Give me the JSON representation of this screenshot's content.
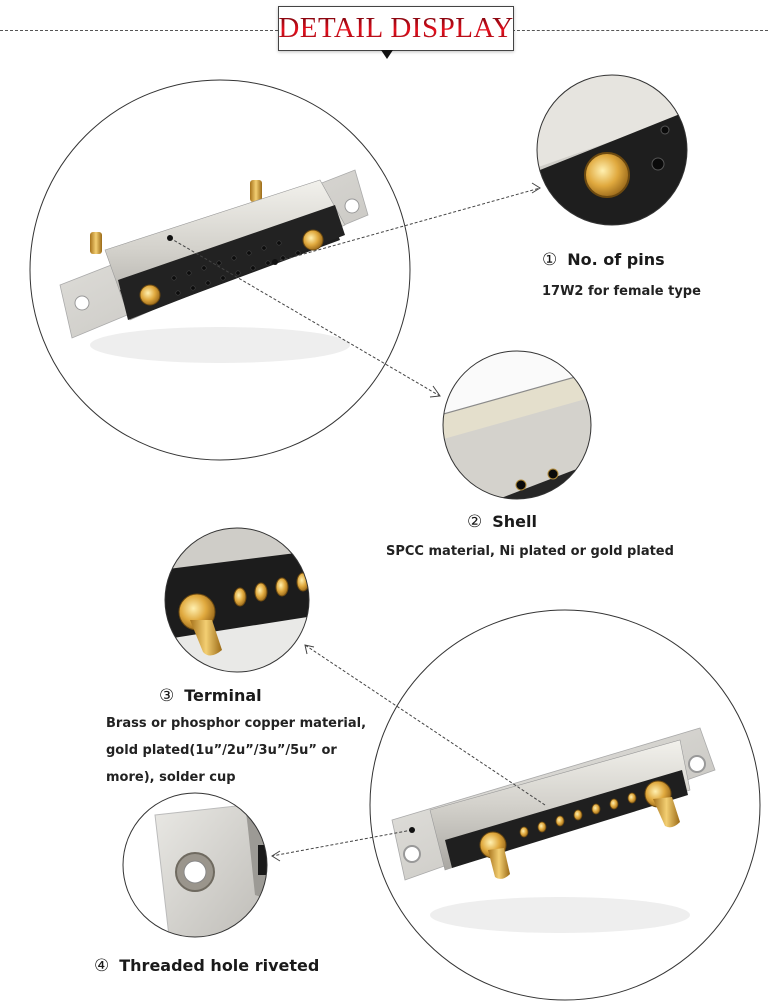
{
  "header": {
    "title": "DETAIL DISPLAY"
  },
  "colors": {
    "title_red": "#e8101e",
    "title_dark": "#5a0008",
    "gold": "#d9a441",
    "insulator": "#1e1e1e",
    "shell": "#d8d6d0"
  },
  "features": [
    {
      "number": "①",
      "title": "No. of pins",
      "description": [
        "17W2 for female type"
      ]
    },
    {
      "number": "②",
      "title": "Shell",
      "description": [
        "SPCC material, Ni plated or gold plated"
      ]
    },
    {
      "number": "③",
      "title": "Terminal",
      "description": [
        "Brass or phosphor copper material,",
        "gold plated(1u”/2u”/3u”/5u” or",
        "more), solder cup"
      ]
    },
    {
      "number": "④",
      "title": "Threaded hole riveted",
      "description": []
    }
  ],
  "images": {
    "front_view": "d-sub-connector-17w2-female-front",
    "pin_detail": "coaxial-power-contact-closeup",
    "shell_detail": "shell-surface-closeup",
    "terminal_detail": "solder-cup-terminal-closeup",
    "rear_view": "d-sub-connector-17w2-rear-solder-cups",
    "hole_detail": "riveted-threaded-hole-closeup"
  }
}
